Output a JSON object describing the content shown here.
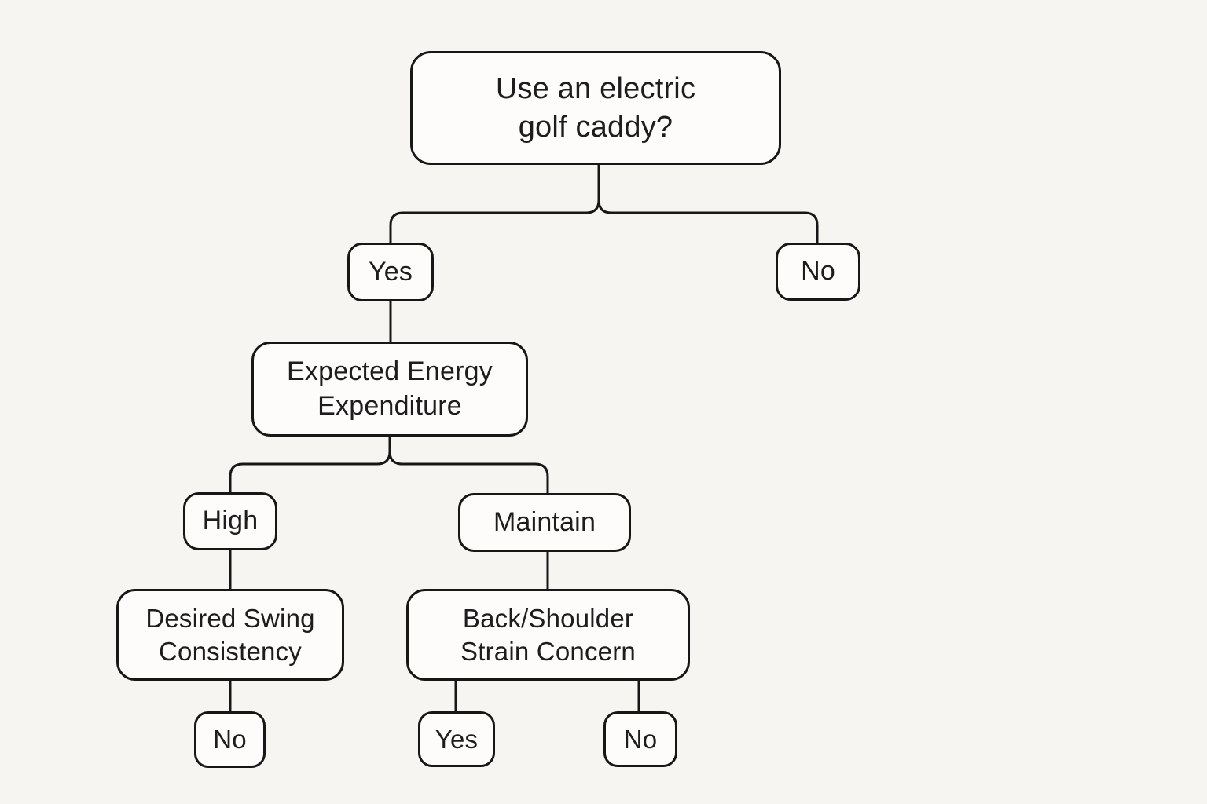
{
  "diagram": {
    "type": "decision-tree",
    "background_color": "#f7f5f1",
    "node_fill": "#fdfcfa",
    "line_color": "#171717",
    "nodes": {
      "root": {
        "label": "Use an electric\ngolf caddy?"
      },
      "yes_main": {
        "label": "Yes"
      },
      "no_main": {
        "label": "No"
      },
      "energy": {
        "label": "Expected Energy\nExpenditure"
      },
      "high": {
        "label": "High"
      },
      "maintain": {
        "label": "Maintain"
      },
      "swing": {
        "label": "Desired Swing\nConsistency"
      },
      "strain": {
        "label": "Back/Shoulder\nStrain Concern"
      },
      "swing_no": {
        "label": "No"
      },
      "strain_yes": {
        "label": "Yes"
      },
      "strain_no": {
        "label": "No"
      }
    },
    "edges": [
      {
        "from": "root",
        "to": "yes_main"
      },
      {
        "from": "root",
        "to": "no_main"
      },
      {
        "from": "yes_main",
        "to": "energy"
      },
      {
        "from": "energy",
        "to": "high"
      },
      {
        "from": "energy",
        "to": "maintain"
      },
      {
        "from": "high",
        "to": "swing"
      },
      {
        "from": "swing",
        "to": "swing_no"
      },
      {
        "from": "maintain",
        "to": "strain"
      },
      {
        "from": "strain",
        "to": "strain_yes"
      },
      {
        "from": "strain",
        "to": "strain_no"
      }
    ]
  }
}
